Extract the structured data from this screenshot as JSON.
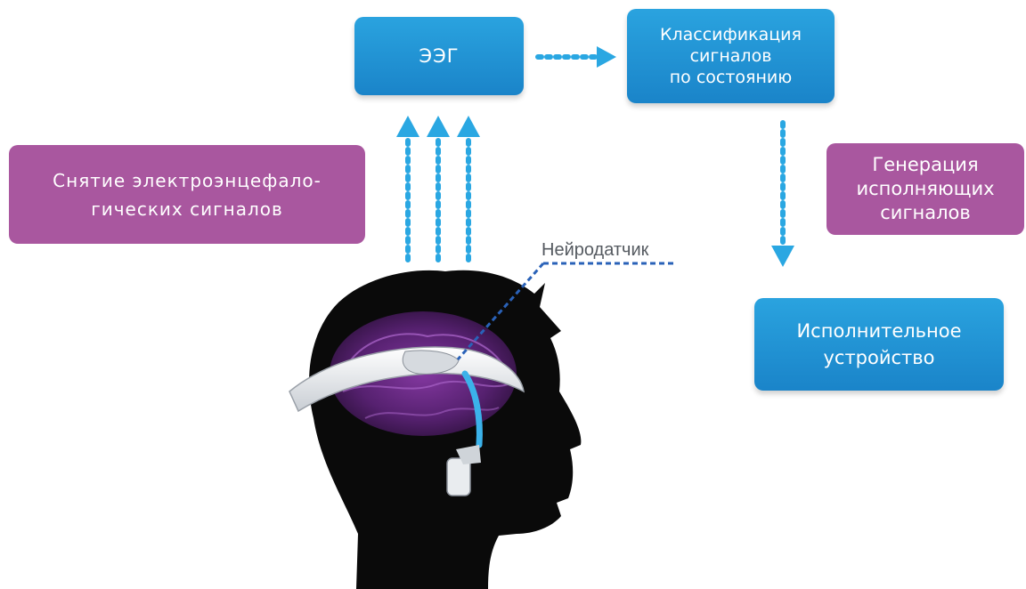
{
  "boxes": {
    "eeg": "ЭЭГ",
    "classification": "Классификация\nсигналов\nпо состоянию",
    "recording": "Снятие электроэнцефало-\nгических сигналов",
    "generation": "Генерация\nисполняющих\nсигналов",
    "device": "Исполнительное\nустройство"
  },
  "labels": {
    "neurosensor": "Нейродатчик"
  },
  "colors": {
    "blue_box": "#1f8fd3",
    "purple_box": "#a9579f",
    "arrow_blue": "#2aa7e2",
    "silhouette": "#0a0a0a",
    "brain": "#6b2a86"
  }
}
